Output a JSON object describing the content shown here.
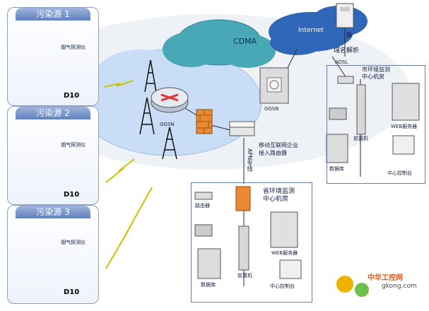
{
  "sources": [
    {
      "title": "污染源 1",
      "monitor_label": "烟气探测仪",
      "device_label": "D10"
    },
    {
      "title": "污染源 2",
      "monitor_label": "烟气探测仪",
      "device_label": "D10"
    },
    {
      "title": "污染源 3",
      "monitor_label": "烟气探测仪",
      "device_label": "D10"
    }
  ],
  "network": {
    "cdma": "CDMA",
    "internet": "Internet",
    "ggsn_router": "GGSN",
    "ggsn_server": "GGSN",
    "dns_label": "域名解析",
    "dns_server_tag": "器",
    "apn_line": "APN专线",
    "adsl": "ADSL",
    "mobile_router": "移动互联网企业\n接入路由器"
  },
  "city_room": {
    "title": "市环境监测\n中心机房",
    "front": "前置机",
    "web": "WEB服务器",
    "db": "数据库",
    "ctrl": "中心控制台"
  },
  "prov_room": {
    "title": "省环境监测\n中心机房",
    "router": "路由器",
    "front": "前置机",
    "web": "WEB服务器",
    "db": "数据库",
    "ctrl": "中心控制台"
  },
  "watermark": {
    "brand": "中华工控网",
    "url": "gkong.com"
  }
}
